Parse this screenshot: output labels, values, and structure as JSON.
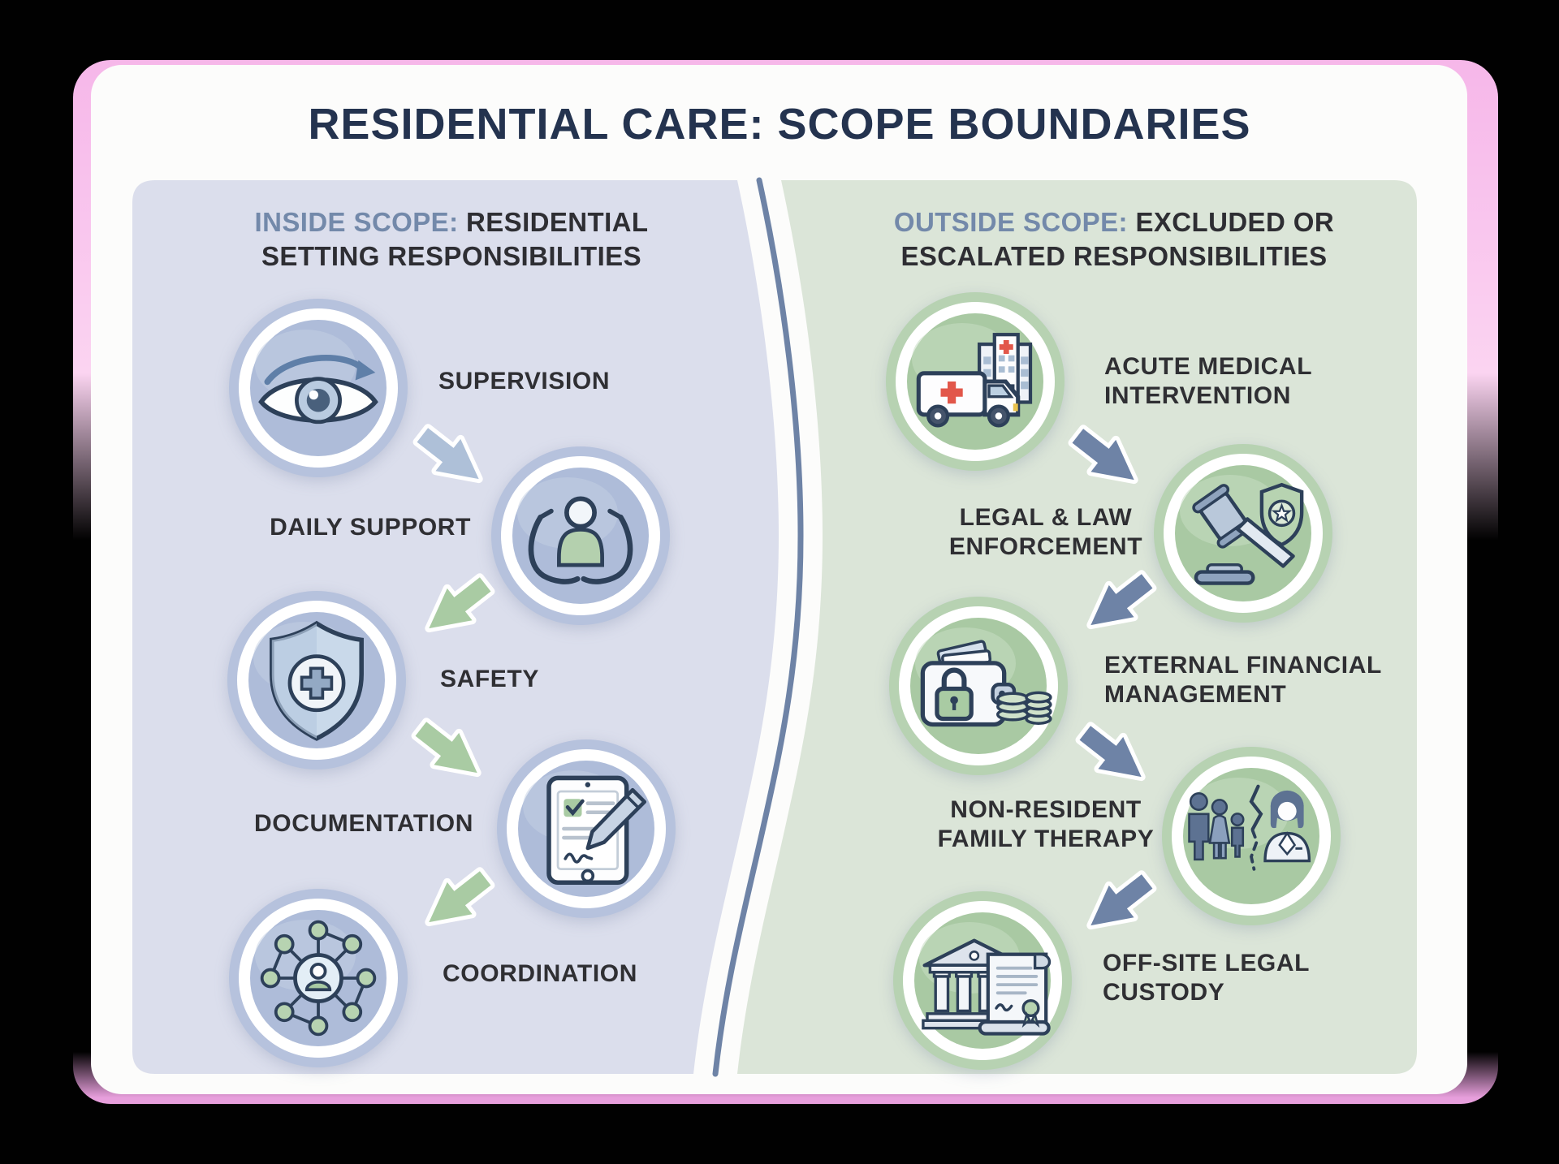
{
  "title": "RESIDENTIAL CARE: SCOPE BOUNDARIES",
  "left_panel": {
    "heading_prefix": "INSIDE SCOPE:",
    "heading_rest": " RESIDENTIAL SETTING RESPONSIBILITIES",
    "items": [
      {
        "label": "SUPERVISION",
        "icon": "eye-supervision-icon"
      },
      {
        "label": "DAILY SUPPORT",
        "icon": "caring-hands-icon"
      },
      {
        "label": "SAFETY",
        "icon": "medical-shield-icon"
      },
      {
        "label": "DOCUMENTATION",
        "icon": "tablet-signature-icon"
      },
      {
        "label": "COORDINATION",
        "icon": "network-people-icon"
      }
    ]
  },
  "right_panel": {
    "heading_prefix": "OUTSIDE SCOPE:",
    "heading_rest": " EXCLUDED OR ESCALATED RESPONSIBILITIES",
    "items": [
      {
        "label": "ACUTE MEDICAL INTERVENTION",
        "icon": "ambulance-hospital-icon"
      },
      {
        "label": "LEGAL & LAW ENFORCEMENT",
        "icon": "gavel-badge-icon"
      },
      {
        "label": "EXTERNAL FINANCIAL MANAGEMENT",
        "icon": "wallet-lock-coins-icon"
      },
      {
        "label": "NON-RESIDENT FAMILY THERAPY",
        "icon": "family-split-therapist-icon"
      },
      {
        "label": "OFF-SITE LEGAL CUSTODY",
        "icon": "courthouse-scroll-icon"
      }
    ]
  },
  "colors": {
    "background": "#000000",
    "card": "#fcfcfb",
    "pink_glow": "#f8c2ec",
    "left_panel_bg": "#dbdeec",
    "right_panel_bg": "#dbe5d8",
    "title_text": "#24334f",
    "scope_label_text": "#7389aa",
    "body_text": "#2f2f33",
    "divider_line": "#6e83a6",
    "left_blue_arrow": "#aec0d8",
    "green_arrow": "#a9cba3",
    "right_blue_arrow": "#6e83a6"
  }
}
